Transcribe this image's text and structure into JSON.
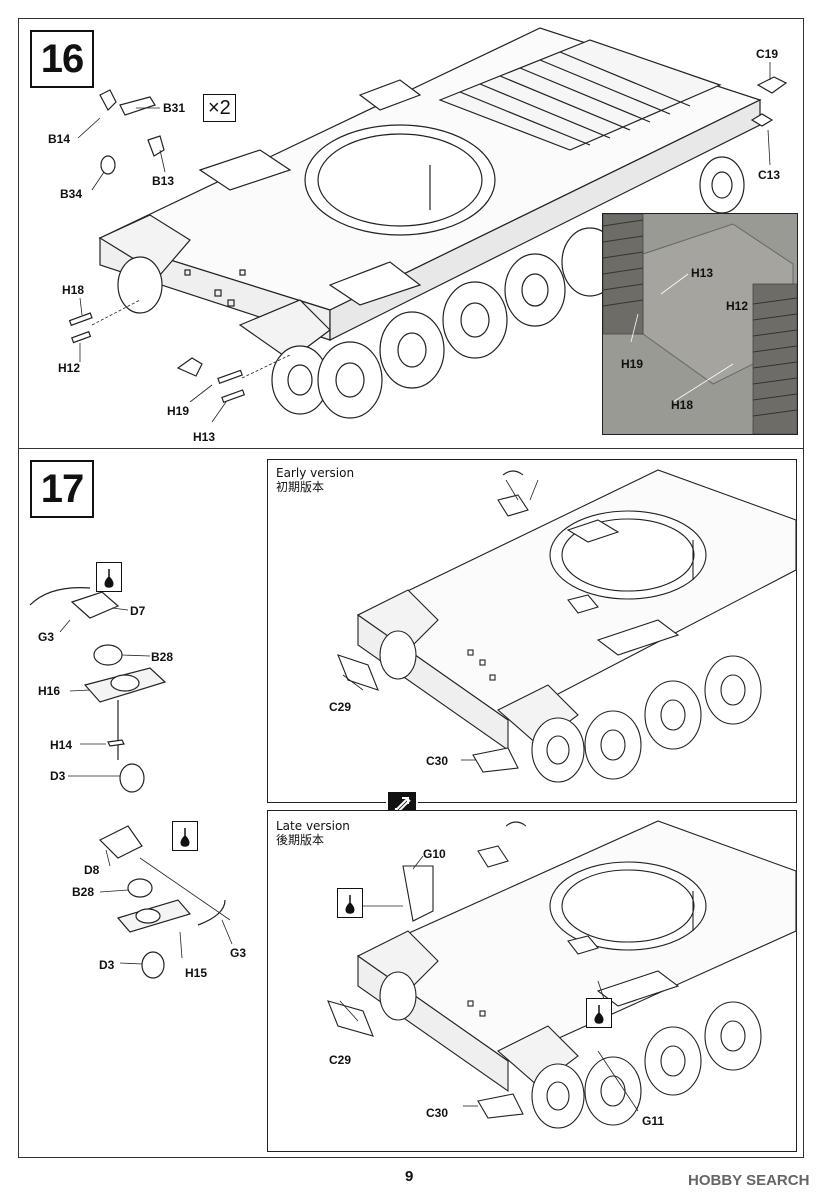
{
  "step16": {
    "number": "16",
    "multiplier": "×2",
    "labels": {
      "b31": "B31",
      "b14": "B14",
      "b34": "B34",
      "b13": "B13",
      "c19": "C19",
      "c13": "C13",
      "h18": "H18",
      "h12": "H12",
      "h19": "H19",
      "h13": "H13"
    },
    "inset_labels": {
      "h13": "H13",
      "h12": "H12",
      "h19": "H19",
      "h18": "H18"
    }
  },
  "step17": {
    "number": "17",
    "early_labels": {
      "g3": "G3",
      "d7": "D7",
      "b28": "B28",
      "h16": "H16",
      "h14": "H14",
      "d3": "D3"
    },
    "late_labels": {
      "d8": "D8",
      "b28": "B28",
      "d3": "D3",
      "h15": "H15",
      "g3": "G3"
    },
    "early_version": {
      "title_en": "Early version",
      "title_ja": "初期版本",
      "c29": "C29",
      "c30": "C30"
    },
    "late_version": {
      "title_en": "Late version",
      "title_ja": "後期版本",
      "g10": "G10",
      "c29": "C29",
      "c30": "C30",
      "g11": "G11"
    }
  },
  "footer": {
    "page_number": "9",
    "watermark": "HOBBY SEARCH"
  },
  "icons": [
    "glue-icon",
    "swap-version-icon",
    "rotate-arrow-icon"
  ]
}
